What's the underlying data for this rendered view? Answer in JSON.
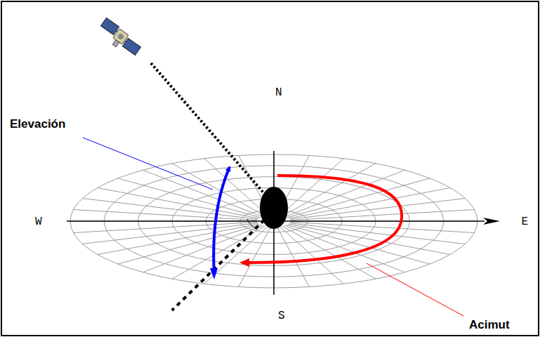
{
  "diagram": {
    "labels": [
      "N",
      "W",
      "E",
      "S",
      "Elevación",
      "Acimut"
    ]
  }
}
